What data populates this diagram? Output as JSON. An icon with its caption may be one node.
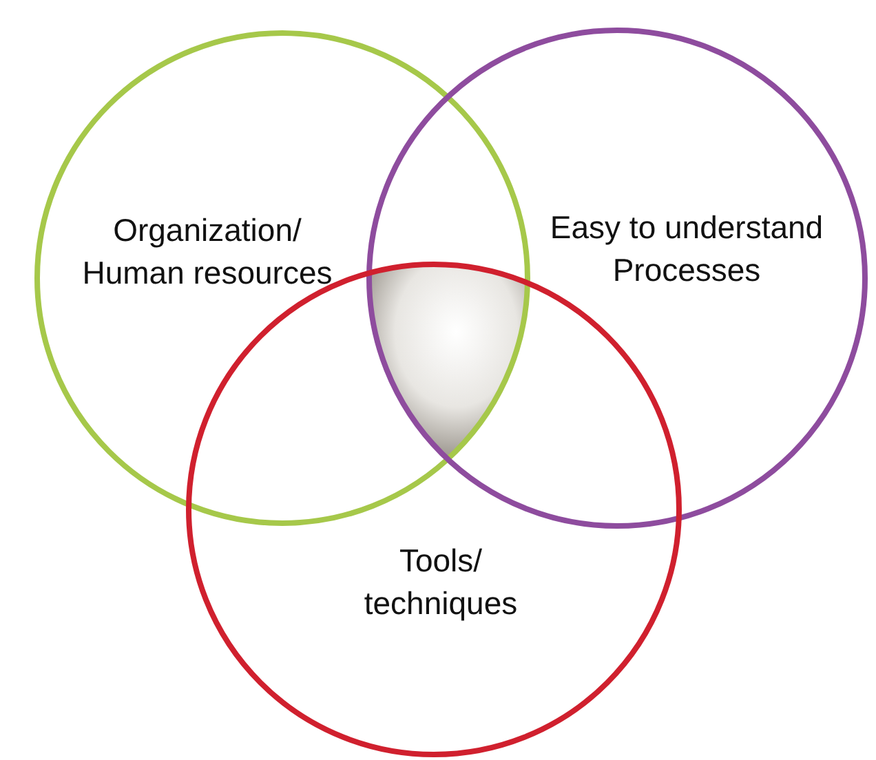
{
  "diagram": {
    "nodes": [
      {
        "text": [
          "Organization/ Human resources"
        ]
      },
      {
        "text": [
          "Easy to understand Processes"
        ]
      },
      {
        "text": [
          "Tools/ techniques"
        ]
      },
      {
        "text": [],
        "shape": "region"
      }
    ]
  }
}
